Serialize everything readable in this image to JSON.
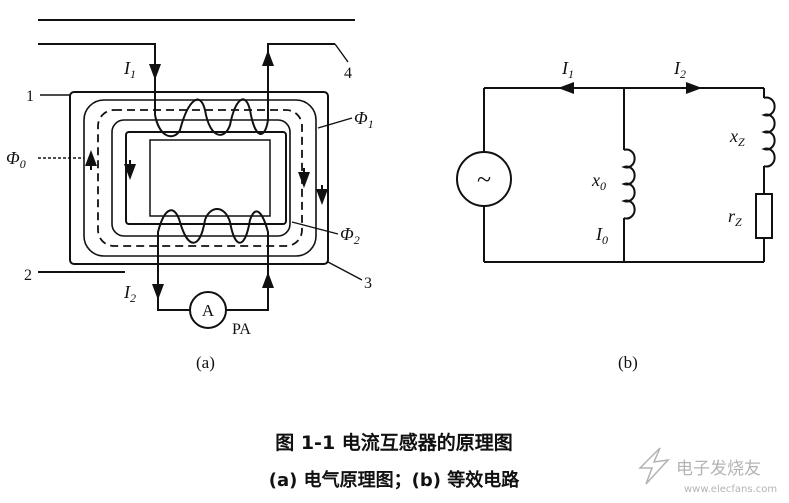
{
  "diagram_a": {
    "sublabel": "(a)",
    "callouts": {
      "one": "1",
      "two": "2",
      "three": "3",
      "four": "4"
    },
    "current_primary": "I",
    "current_primary_sub": "1",
    "current_secondary": "I",
    "current_secondary_sub": "2",
    "flux_zero": "Φ",
    "flux_zero_sub": "0",
    "flux_one": "Φ",
    "flux_one_sub": "1",
    "flux_two": "Φ",
    "flux_two_sub": "2",
    "ammeter_symbol": "A",
    "ammeter_name": "PA"
  },
  "diagram_b": {
    "sublabel": "(b)",
    "current_primary": "I",
    "current_primary_sub": "1",
    "current_secondary": "I",
    "current_secondary_sub": "2",
    "magnetizing_reactance": "x",
    "magnetizing_reactance_sub": "0",
    "magnetizing_current": "I",
    "magnetizing_current_sub": "0",
    "load_reactance": "x",
    "load_reactance_sub": "Z",
    "load_resistance": "r",
    "load_resistance_sub": "Z",
    "source_symbol": "~"
  },
  "caption": {
    "title": "图 1-1   电流互感器的原理图",
    "subtitle": "(a) 电气原理图；(b) 等效电路"
  },
  "watermark": "电子发烧友",
  "watermark_url": "www.elecfans.com"
}
